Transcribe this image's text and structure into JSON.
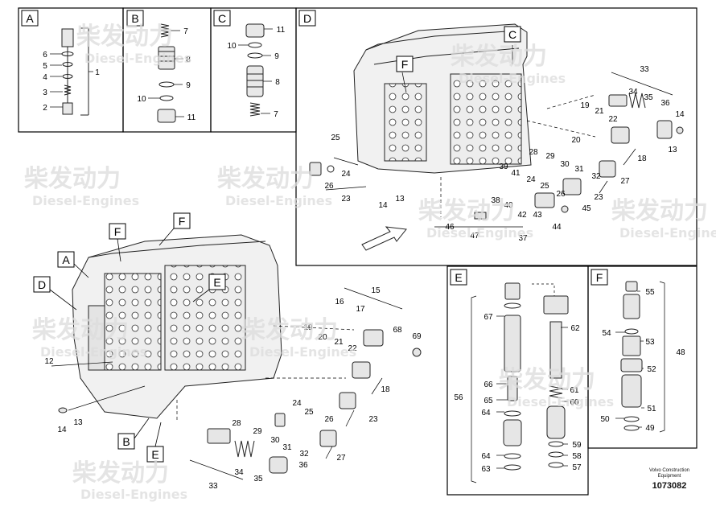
{
  "sections": {
    "A": "A",
    "B": "B",
    "C": "C",
    "D": "D",
    "E": "E",
    "F": "F"
  },
  "callouts": {
    "overview": [
      "D",
      "A",
      "F",
      "F",
      "E",
      "B",
      "E"
    ],
    "detail_d": [
      "F",
      "C"
    ]
  },
  "parts": {
    "A": [
      "6",
      "5",
      "4",
      "3",
      "2",
      "1"
    ],
    "B": [
      "7",
      "8",
      "9",
      "10",
      "11"
    ],
    "C": [
      "11",
      "10",
      "9",
      "8",
      "7"
    ],
    "D": [
      "33",
      "34",
      "35",
      "36",
      "14",
      "13",
      "19",
      "21",
      "22",
      "20",
      "18",
      "25",
      "24",
      "26",
      "23",
      "14",
      "13",
      "28",
      "29",
      "30",
      "31",
      "32",
      "27",
      "39",
      "41",
      "24",
      "25",
      "26",
      "23",
      "38",
      "40",
      "42",
      "43",
      "44",
      "45",
      "46",
      "47",
      "37"
    ],
    "main": [
      "15",
      "16",
      "17",
      "68",
      "69",
      "19",
      "20",
      "21",
      "22",
      "12",
      "18",
      "24",
      "25",
      "26",
      "14",
      "13",
      "23",
      "28",
      "29",
      "30",
      "31",
      "32",
      "27",
      "34",
      "35",
      "36",
      "33"
    ],
    "E": [
      "67",
      "62",
      "66",
      "61",
      "60",
      "65",
      "64",
      "56",
      "64",
      "63",
      "59",
      "58",
      "57"
    ],
    "F": [
      "55",
      "54",
      "53",
      "48",
      "52",
      "51",
      "50",
      "49"
    ]
  },
  "watermark": {
    "cn": "柴发动力",
    "en": "Diesel-Engines"
  },
  "footer": {
    "company_line1": "Volvo Construction",
    "company_line2": "Equipment",
    "doc_number": "1073082"
  }
}
